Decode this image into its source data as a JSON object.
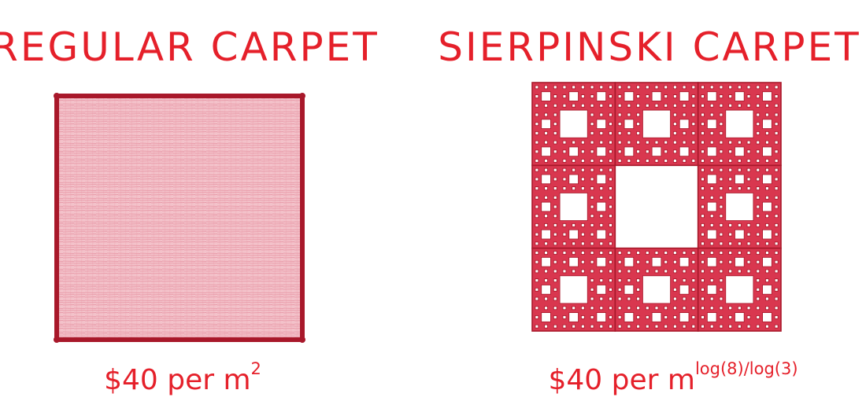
{
  "regular": {
    "title": "REGULAR CARPET",
    "price_prefix": "$40 per m",
    "price_exponent": "2"
  },
  "sierpinski": {
    "title": "SIERPINSKI CARPET",
    "price_prefix": "$40 per m",
    "price_exponent": "log(8)/log(3)"
  },
  "colors": {
    "ink_red": "#e5202a",
    "carpet_fill": "#f1b6bf",
    "border_dark": "#a8182a",
    "fractal_fill": "#d9374f"
  }
}
